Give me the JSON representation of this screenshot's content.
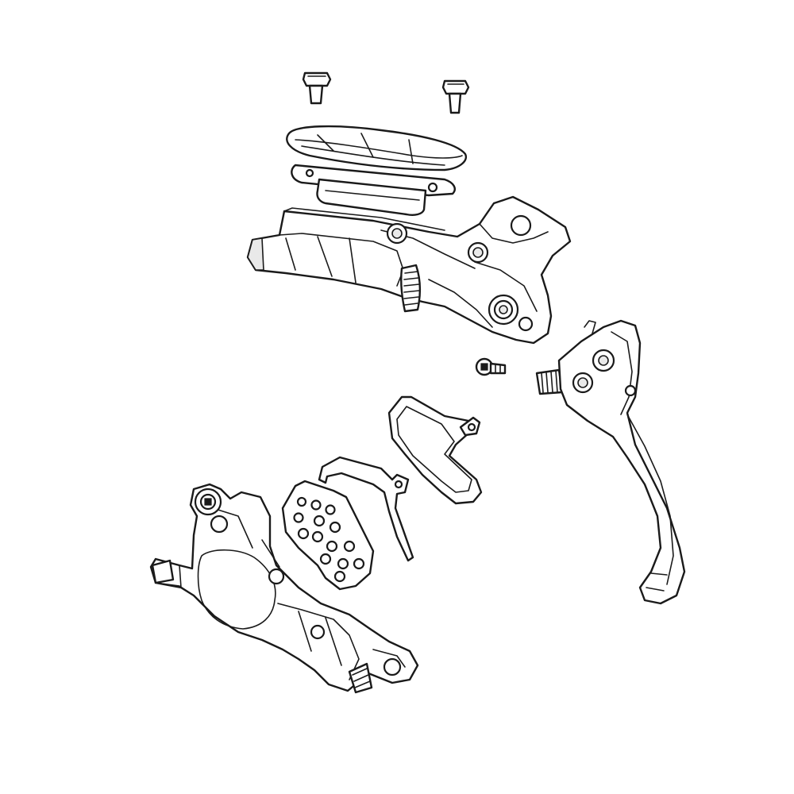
{
  "diagram": {
    "type": "exploded-view",
    "background": "#ffffff",
    "line_color": "#1a1a1a",
    "components": [
      {
        "id": "reservoir-screw-left",
        "icon": "screw-icon"
      },
      {
        "id": "reservoir-screw-right",
        "icon": "screw-icon"
      },
      {
        "id": "reservoir-cover",
        "icon": "reservoir-cover-icon"
      },
      {
        "id": "reservoir-diaphragm",
        "icon": "diaphragm-icon"
      },
      {
        "id": "master-cylinder-body",
        "icon": "master-cylinder-icon"
      },
      {
        "id": "lever-pivot-bolt",
        "icon": "bolt-icon"
      },
      {
        "id": "brake-lever-blade",
        "icon": "lever-blade-icon"
      },
      {
        "id": "pad-spring-clip",
        "icon": "spring-clip-icon"
      },
      {
        "id": "brake-pad-backing-plate",
        "icon": "brake-pad-icon"
      },
      {
        "id": "brake-pad-front",
        "icon": "brake-pad-icon"
      },
      {
        "id": "brake-caliper",
        "icon": "caliper-icon"
      }
    ]
  }
}
